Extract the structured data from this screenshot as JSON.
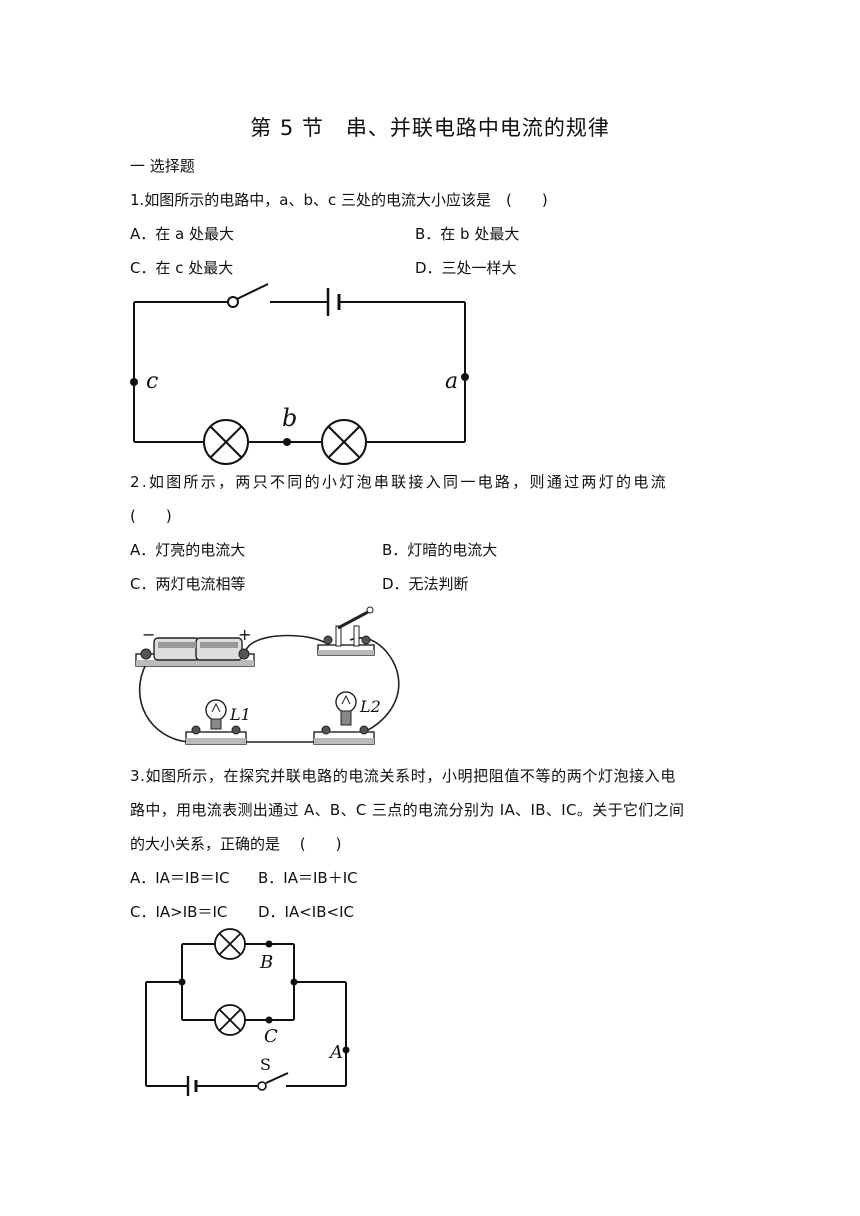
{
  "title": "第 5 节　串、并联电路中电流的规律",
  "section": "一  选择题",
  "questions": [
    {
      "stem": "1.如图所示的电路中，a、b、c 三处的电流大小应该是　(　　)",
      "options": [
        "A．在 a 处最大",
        "B．在 b 处最大",
        "C．在 c 处最大",
        "D．三处一样大"
      ],
      "figure_labels": [
        "a",
        "b",
        "c"
      ]
    },
    {
      "stem_line1": "2.如图所示，两只不同的小灯泡串联接入同一电路，则通过两灯的电流",
      "stem_line2": "(　　)",
      "options": [
        "A．灯亮的电流大",
        "B．灯暗的电流大",
        "C．两灯电流相等",
        "D．无法判断"
      ],
      "figure_labels": [
        "−",
        "+",
        "L1",
        "L2"
      ]
    },
    {
      "stem_line1": "3.如图所示，在探究并联电路的电流关系时，小明把阻值不等的两个灯泡接入电",
      "stem_line2": "路中，用电流表测出通过 A、B、C 三点的电流分别为 IA、IB、IC。关于它们之间",
      "stem_line3": "的大小关系，正确的是　 (　　)",
      "options": [
        "A．IA＝IB＝IC",
        "B．IA＝IB＋IC",
        "C．IA>IB＝IC",
        "D．IA<IB<IC"
      ],
      "figure_labels": [
        "A",
        "B",
        "C",
        "S"
      ]
    }
  ]
}
